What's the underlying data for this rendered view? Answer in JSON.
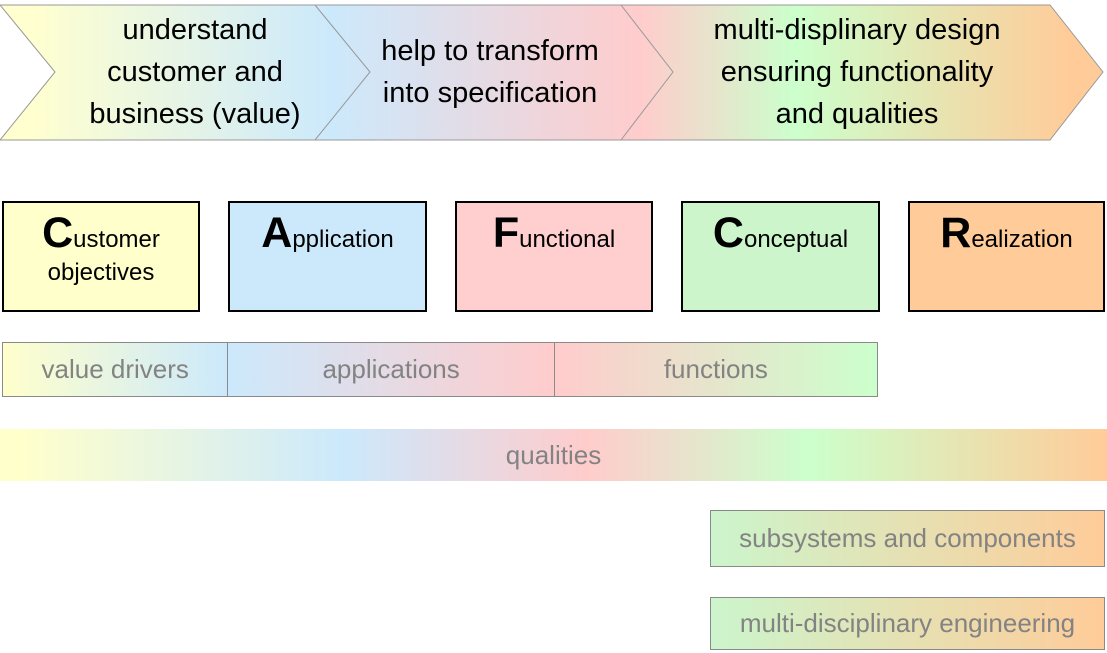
{
  "banner": {
    "segments": [
      {
        "text": "understand\ncustomer and\nbusiness (value)"
      },
      {
        "text": "help to transform\ninto specification"
      },
      {
        "text": "multi-displinary design\nensuring functionality\nand qualities"
      }
    ]
  },
  "boxes": [
    {
      "initial": "C",
      "rest": "ustomer",
      "line2": "objectives",
      "color": "#FFFFCC"
    },
    {
      "initial": "A",
      "rest": "pplication",
      "color": "#CCE9FC"
    },
    {
      "initial": "F",
      "rest": "unctional",
      "color": "#FFCECE"
    },
    {
      "initial": "C",
      "rest": "onceptual",
      "color": "#CCF5CC"
    },
    {
      "initial": "R",
      "rest": "ealization",
      "color": "#FFCC99"
    }
  ],
  "bars": {
    "row1": [
      {
        "label": "value drivers"
      },
      {
        "label": "applications"
      },
      {
        "label": "functions"
      }
    ],
    "qualities": {
      "label": "qualities"
    },
    "subsystems": {
      "label": "subsystems and components"
    },
    "engineering": {
      "label": "multi-disciplinary engineering"
    }
  },
  "colors": {
    "yellow": "#FFFFCC",
    "blue": "#CCE9FC",
    "pink": "#FFCCCC",
    "green": "#CCFFCC",
    "orange": "#FFCC99",
    "label_gray": "#838383",
    "border_gray": "#8a8a8a",
    "box_border": "#000000"
  }
}
